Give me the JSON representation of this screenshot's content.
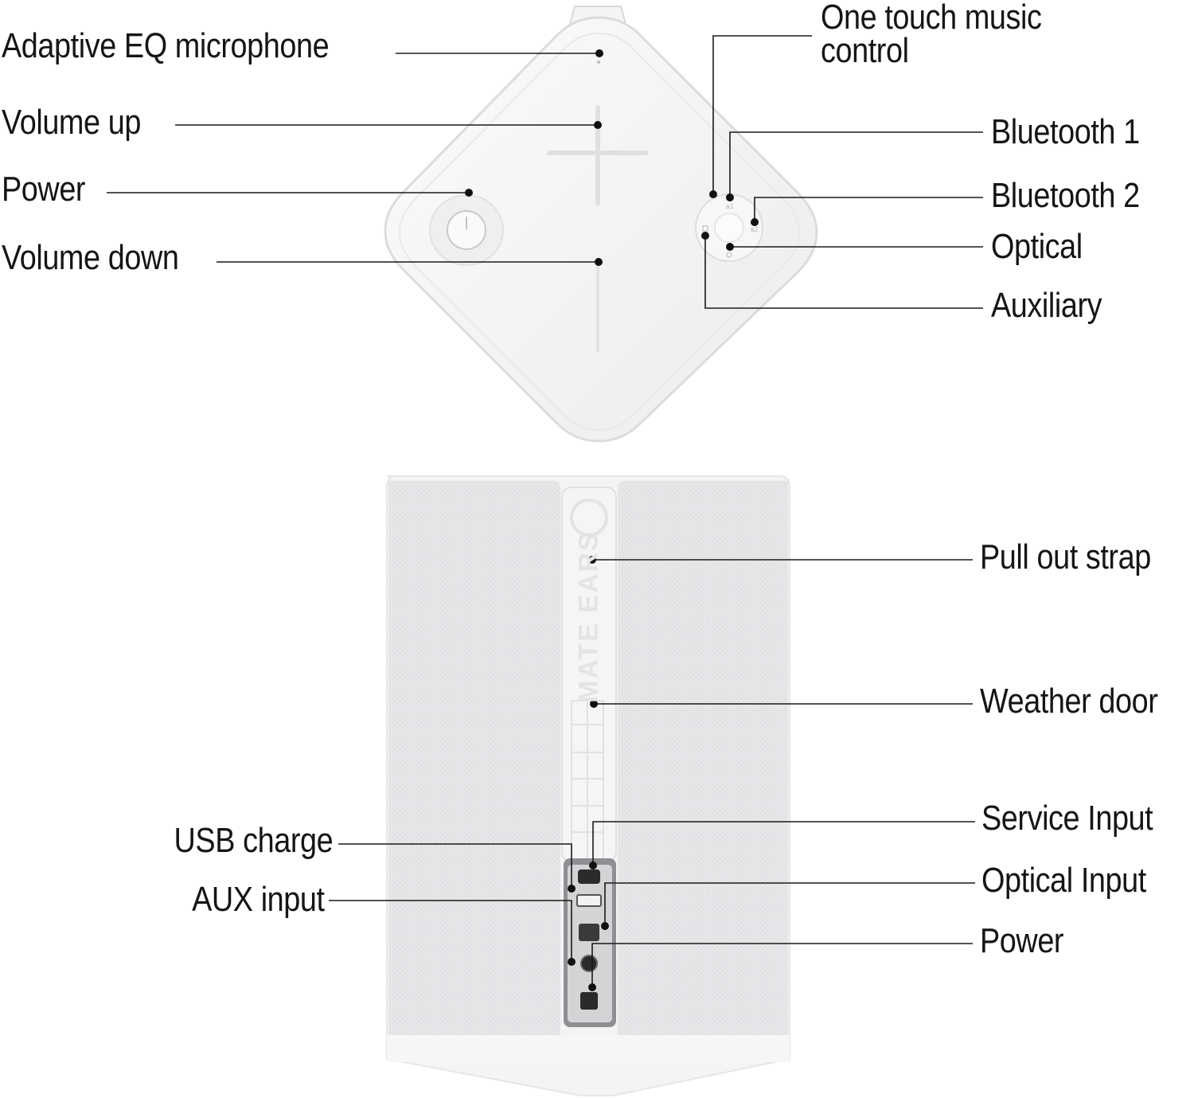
{
  "colors": {
    "device_body": "#f2f2f3",
    "device_edge": "#e2e2e4",
    "fabric": "#e4e5e7",
    "port_panel": "#8e8f92",
    "leader_line": "#1a1a1a",
    "label_text": "#151515"
  },
  "top_view": {
    "labels": {
      "mic": "Adaptive EQ microphone",
      "vol_up": "Volume up",
      "power": "Power",
      "vol_down": "Volume down",
      "one_touch_line1": "One touch music",
      "one_touch_line2": "control",
      "bt1": "Bluetooth 1",
      "bt2": "Bluetooth 2",
      "optical": "Optical",
      "aux": "Auxiliary"
    },
    "icons": [
      "microphone-icon",
      "plus-icon",
      "power-icon",
      "minus-icon",
      "play-pause-icon",
      "bluetooth-icon",
      "optical-icon",
      "aux-icon"
    ]
  },
  "side_view": {
    "brand_text": "MATE EARS",
    "labels": {
      "strap": "Pull out strap",
      "weather_door": "Weather door",
      "usb": "USB charge",
      "aux_input": "AUX input",
      "service": "Service Input",
      "optical_input": "Optical Input",
      "power": "Power"
    },
    "icons": [
      "usb-port-icon",
      "optical-port-icon",
      "aux-port-icon",
      "power-port-icon",
      "service-port-icon"
    ]
  }
}
